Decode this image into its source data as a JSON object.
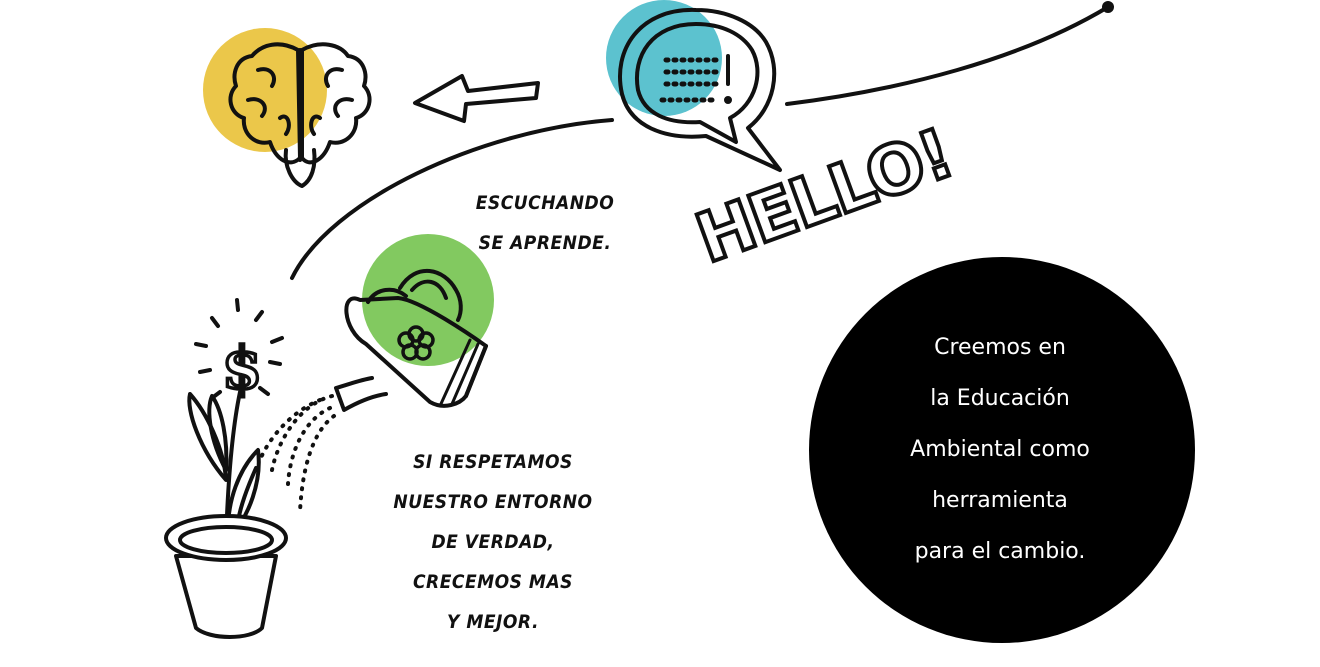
{
  "illustration": {
    "hello_word": "HELLO!",
    "listen_caption": [
      "ESCUCHANDO",
      "SE APRENDE."
    ],
    "respect_caption": [
      "SI RESPETAMOS",
      "NUESTRO ENTORNO",
      "DE VERDAD,",
      "CRECEMOS MAS",
      "Y MEJOR."
    ],
    "currency_symbol": "$"
  },
  "message": {
    "lines": [
      "Creemos en",
      "la Educación",
      "Ambiental como",
      "herramienta",
      "para el cambio."
    ]
  },
  "colors": {
    "brain_splash": "#e8bd2a",
    "speech_splash": "#3fb7c7",
    "can_splash": "#6cbf44",
    "ink": "#111111",
    "circle": "#000000"
  },
  "icons": [
    "brain-icon",
    "arrow-left-icon",
    "speech-bubble-icon",
    "watering-can-icon",
    "money-plant-icon",
    "flower-pot-icon",
    "flower-icon",
    "dollar-icon"
  ]
}
